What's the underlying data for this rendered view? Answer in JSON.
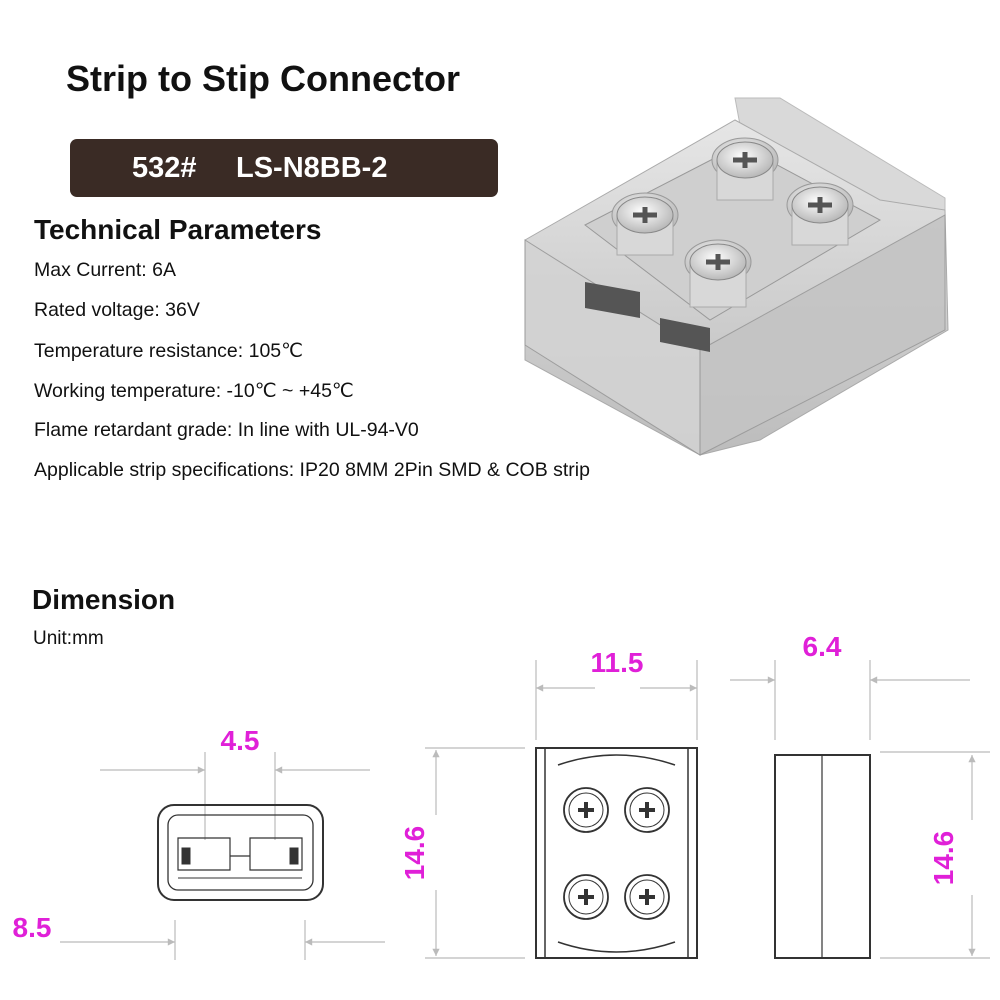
{
  "title": "Strip to Stip Connector",
  "model": {
    "code": "532#",
    "name": "LS-N8BB-2"
  },
  "technical": {
    "heading": "Technical Parameters",
    "params": [
      "Max Current: 6A",
      "Rated voltage: 36V",
      "Temperature resistance: 105℃",
      "Working temperature: -10℃ ~ +45℃",
      "Flame retardant grade: In line with UL-94-V0",
      "Applicable strip specifications: IP20 8MM 2Pin SMD & COB strip"
    ]
  },
  "dimension": {
    "heading": "Dimension",
    "unit": "Unit:mm",
    "values": {
      "slot_width": "4.5",
      "overall_width": "8.5",
      "top_width": "11.5",
      "top_length": "14.6",
      "side_width": "6.4",
      "side_length": "14.6"
    }
  },
  "colors": {
    "accent": "#e020d8",
    "model_bar": "#3a2b25"
  }
}
